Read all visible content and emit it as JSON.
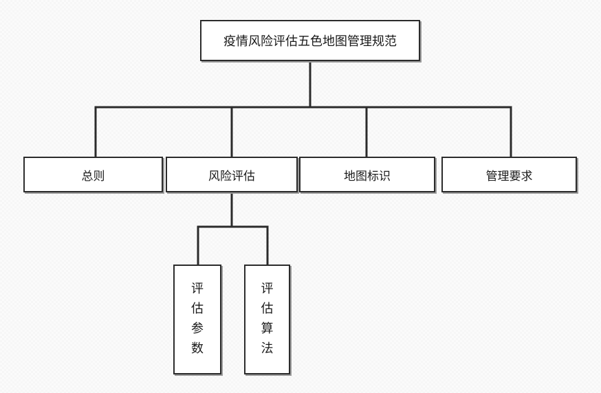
{
  "diagram": {
    "root": "疫情风险评估五色地图管理规范",
    "level1": [
      {
        "label": "总则"
      },
      {
        "label": "风险评估"
      },
      {
        "label": "地图标识"
      },
      {
        "label": "管理要求"
      }
    ],
    "risk_children": [
      {
        "label": "评估参数"
      },
      {
        "label": "评估算法"
      }
    ]
  },
  "colors": {
    "line": "#2b2b2b",
    "box_border": "#2b2b2b",
    "box_shadow": "#9a9a9a",
    "box_fill": "#ffffff"
  }
}
